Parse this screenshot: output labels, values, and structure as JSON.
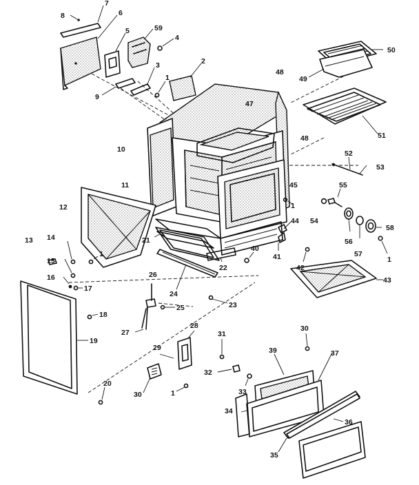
{
  "callouts": {
    "c7": "7",
    "c8": "8",
    "c6": "6",
    "c5": "5",
    "c59": "59",
    "c4": "4",
    "c3": "3",
    "c9": "9",
    "c1a": "1",
    "c2": "2",
    "c48a": "48",
    "c50": "50",
    "c49": "49",
    "c51": "51",
    "c47": "47",
    "c48b": "48",
    "c10": "10",
    "c11": "11",
    "c45": "45",
    "c52": "52",
    "c53": "53",
    "c55": "55",
    "c54": "54",
    "c58": "58",
    "c1b": "1",
    "c56": "56",
    "c57": "57",
    "c1c": "1",
    "c12": "12",
    "c44": "44",
    "c21": "21",
    "c40": "40",
    "c41": "41",
    "c42": "42",
    "c43": "43",
    "c13": "13",
    "c14": "14",
    "c15": "15",
    "c1d": "1",
    "c16": "16",
    "c17": "17",
    "c22": "22",
    "c24": "24",
    "c23": "23",
    "c26": "26",
    "c25": "25",
    "c18": "18",
    "c27": "27",
    "c19": "19",
    "c28": "28",
    "c29": "29",
    "c30a": "30",
    "c1e": "1",
    "c20": "20",
    "c31": "31",
    "c32": "32",
    "c33": "33",
    "c30b": "30",
    "c39": "39",
    "c37": "37",
    "c34": "34",
    "c36": "36",
    "c35": "35"
  }
}
